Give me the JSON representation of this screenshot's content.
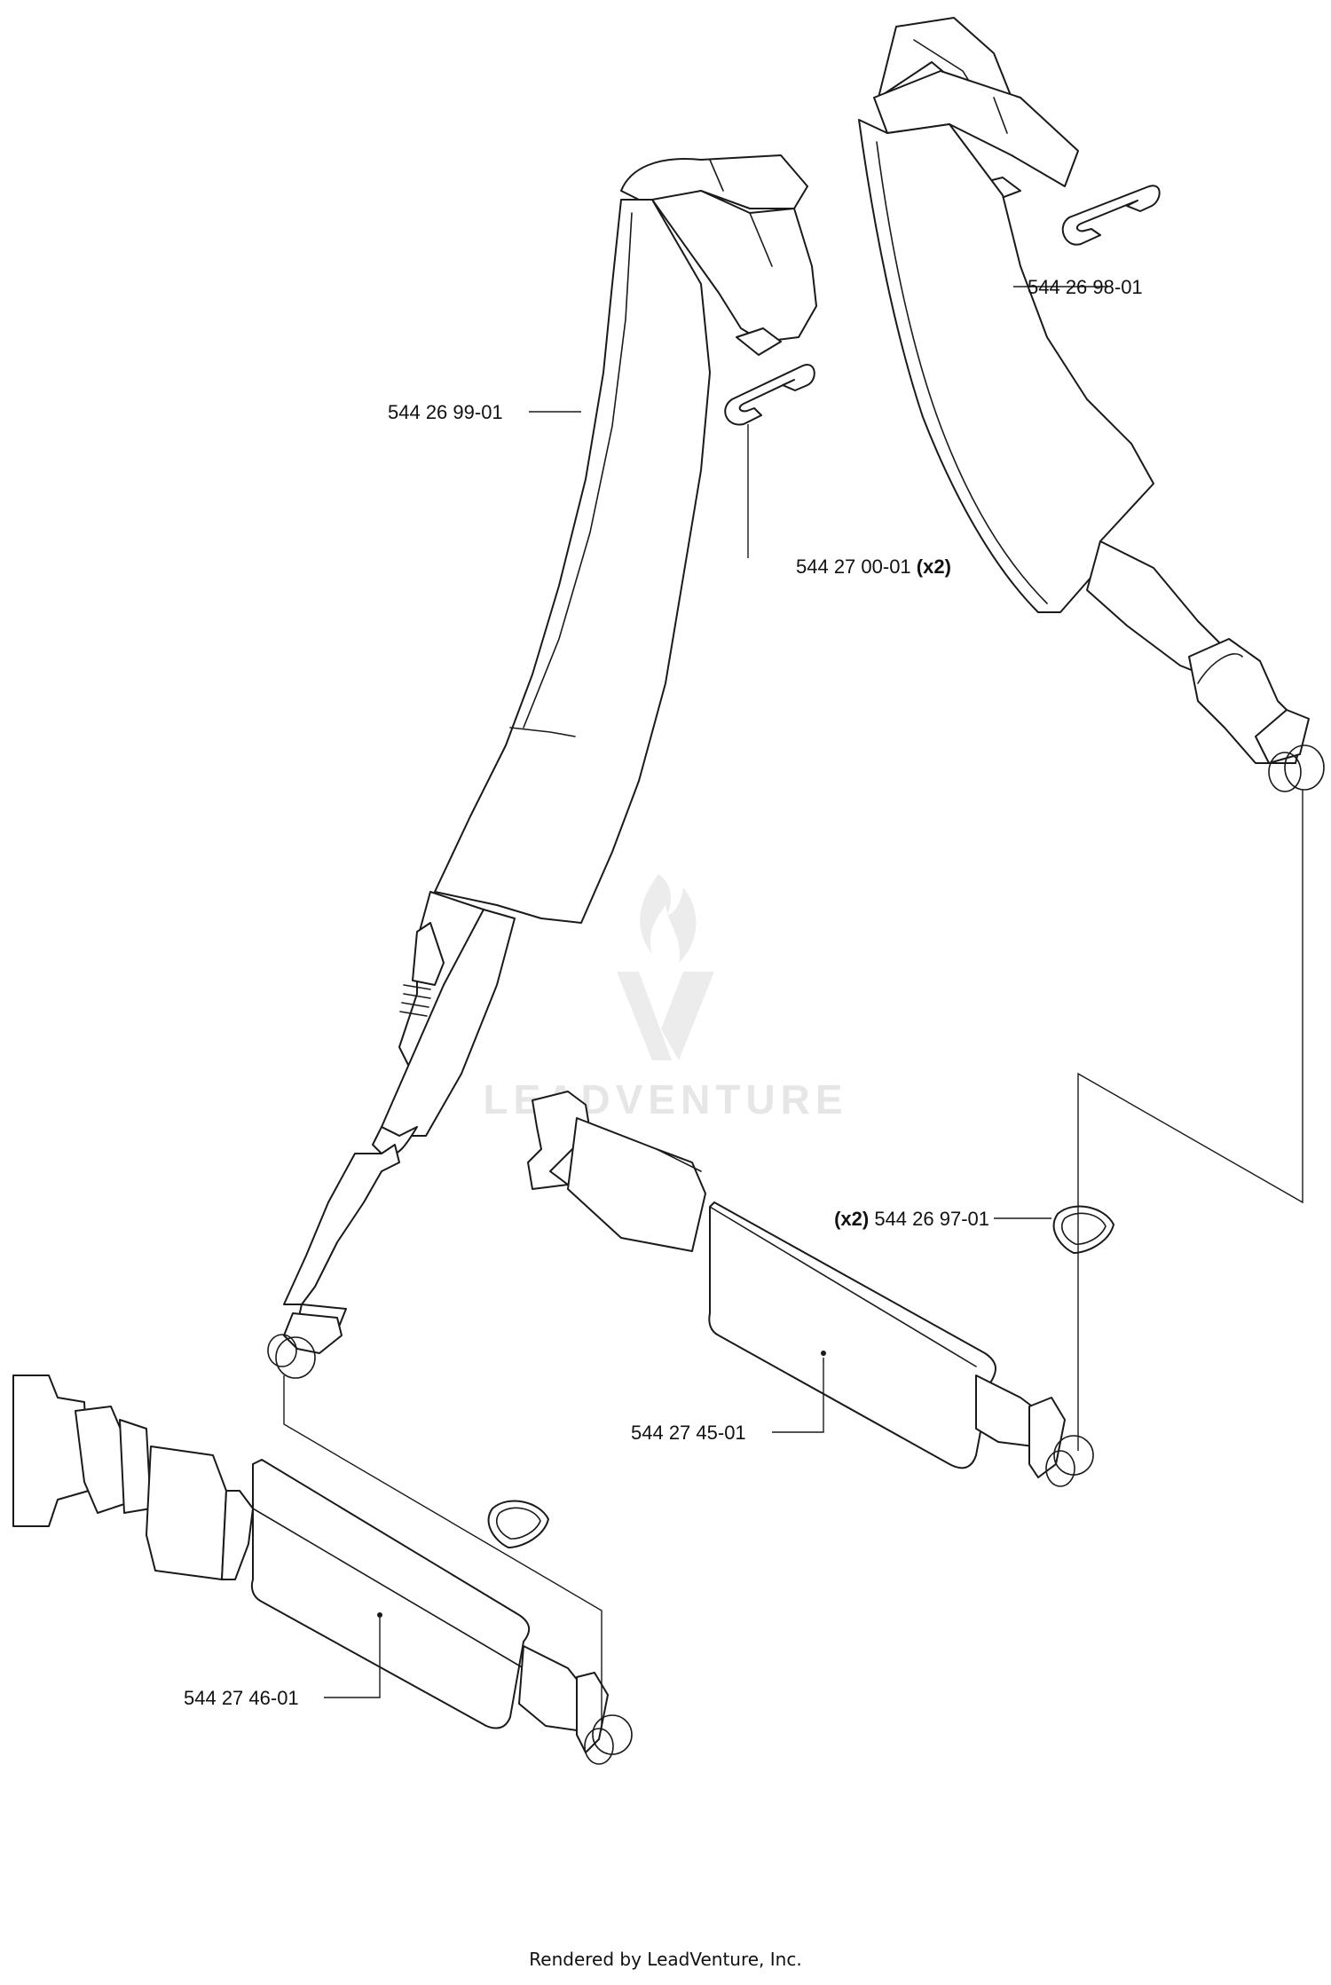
{
  "callouts": {
    "strap_right": "544 26 98-01",
    "strap_left": "544 26 99-01",
    "clip": "544 27 00-01",
    "clip_qty": "(x2)",
    "dring_qty": "(x2)",
    "dring": "544 26 97-01",
    "pad_right": "544 27 45-01",
    "pad_left": "544 27 46-01"
  },
  "watermark": "LEADVENTURE",
  "footer": "Rendered by LeadVenture, Inc.",
  "icons": [
    "leadventure-flame-logo-icon"
  ]
}
